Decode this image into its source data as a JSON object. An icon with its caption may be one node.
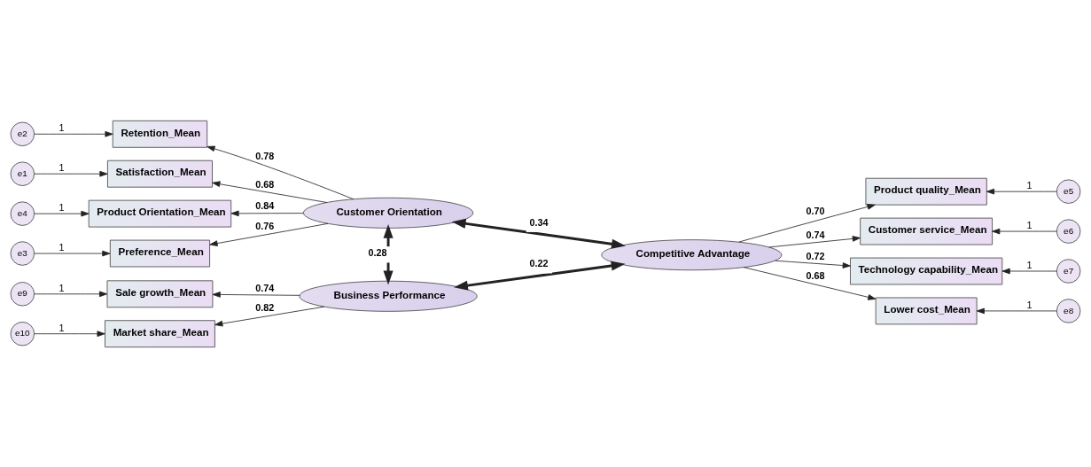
{
  "diagram": {
    "nodes": [
      {
        "text": [
          "e4"
        ]
      },
      {
        "text": [
          "Product Orientation_Mean"
        ]
      },
      {
        "text": [
          "e3"
        ]
      },
      {
        "text": [
          "Preference_Mean"
        ]
      },
      {
        "text": [
          "e2"
        ]
      },
      {
        "text": [
          "Retention_Mean"
        ]
      },
      {
        "text": [
          "e1"
        ]
      },
      {
        "text": [
          "Satisfaction_Mean"
        ]
      },
      {
        "text": [
          "e10"
        ]
      },
      {
        "text": [
          "Market share_Mean"
        ]
      },
      {
        "text": [
          "e9"
        ]
      },
      {
        "text": [
          "Sale growth_Mean"
        ]
      },
      {
        "text": [
          "Customer Orientation"
        ]
      },
      {
        "text": [
          "Business Performance"
        ]
      },
      {
        "text": [
          "Competitive Advantage"
        ]
      },
      {
        "text": [
          "Product quality_Mean"
        ]
      },
      {
        "text": [
          "e5"
        ]
      },
      {
        "text": [
          "Customer service_Mean"
        ]
      },
      {
        "text": [
          "e6"
        ]
      },
      {
        "text": [
          "Technology capability_Mean"
        ]
      },
      {
        "text": [
          "e7"
        ]
      },
      {
        "text": [
          "Lower cost_Mean"
        ]
      },
      {
        "text": [
          "e8"
        ]
      }
    ],
    "edges": [
      {
        "from": 0,
        "to": 1,
        "arrow": "to",
        "label": "1"
      },
      {
        "from": 2,
        "to": 3,
        "arrow": "to",
        "label": "1"
      },
      {
        "from": 4,
        "to": 5,
        "arrow": "to",
        "label": "1"
      },
      {
        "from": 6,
        "to": 7,
        "arrow": "to",
        "label": "1"
      },
      {
        "from": 8,
        "to": 9,
        "arrow": "to",
        "label": "1"
      },
      {
        "from": 10,
        "to": 11,
        "arrow": "to",
        "label": "1"
      },
      {
        "from": 12,
        "to": 1,
        "arrow": "to",
        "label": "0.84"
      },
      {
        "from": 12,
        "to": 3,
        "arrow": "to",
        "label": "0.76"
      },
      {
        "from": 12,
        "to": 5,
        "arrow": "to",
        "label": "0.78"
      },
      {
        "from": 12,
        "to": 7,
        "arrow": "to",
        "label": "0.68"
      },
      {
        "from": 13,
        "to": 9,
        "arrow": "to",
        "label": "0.82"
      },
      {
        "from": 13,
        "to": 11,
        "arrow": "to",
        "label": "0.74"
      },
      {
        "from": 12,
        "to": 14,
        "arrow": "both",
        "label": "0.34",
        "style": "thick"
      },
      {
        "from": 12,
        "to": 13,
        "arrow": "both",
        "label": "0.28",
        "style": "thick"
      },
      {
        "from": 13,
        "to": 14,
        "arrow": "both",
        "label": "0.22",
        "style": "thick"
      },
      {
        "from": 14,
        "to": 15,
        "arrow": "to",
        "label": "0.70"
      },
      {
        "from": 14,
        "to": 17,
        "arrow": "to",
        "label": "0.74"
      },
      {
        "from": 14,
        "to": 19,
        "arrow": "to",
        "label": "0.72"
      },
      {
        "from": 14,
        "to": 21,
        "arrow": "to",
        "label": "0.68"
      },
      {
        "from": 16,
        "to": 15,
        "arrow": "to",
        "label": "1"
      },
      {
        "from": 18,
        "to": 17,
        "arrow": "to",
        "label": "1"
      },
      {
        "from": 20,
        "to": 19,
        "arrow": "to",
        "label": "1"
      },
      {
        "from": 22,
        "to": 21,
        "arrow": "to",
        "label": "1"
      }
    ]
  }
}
